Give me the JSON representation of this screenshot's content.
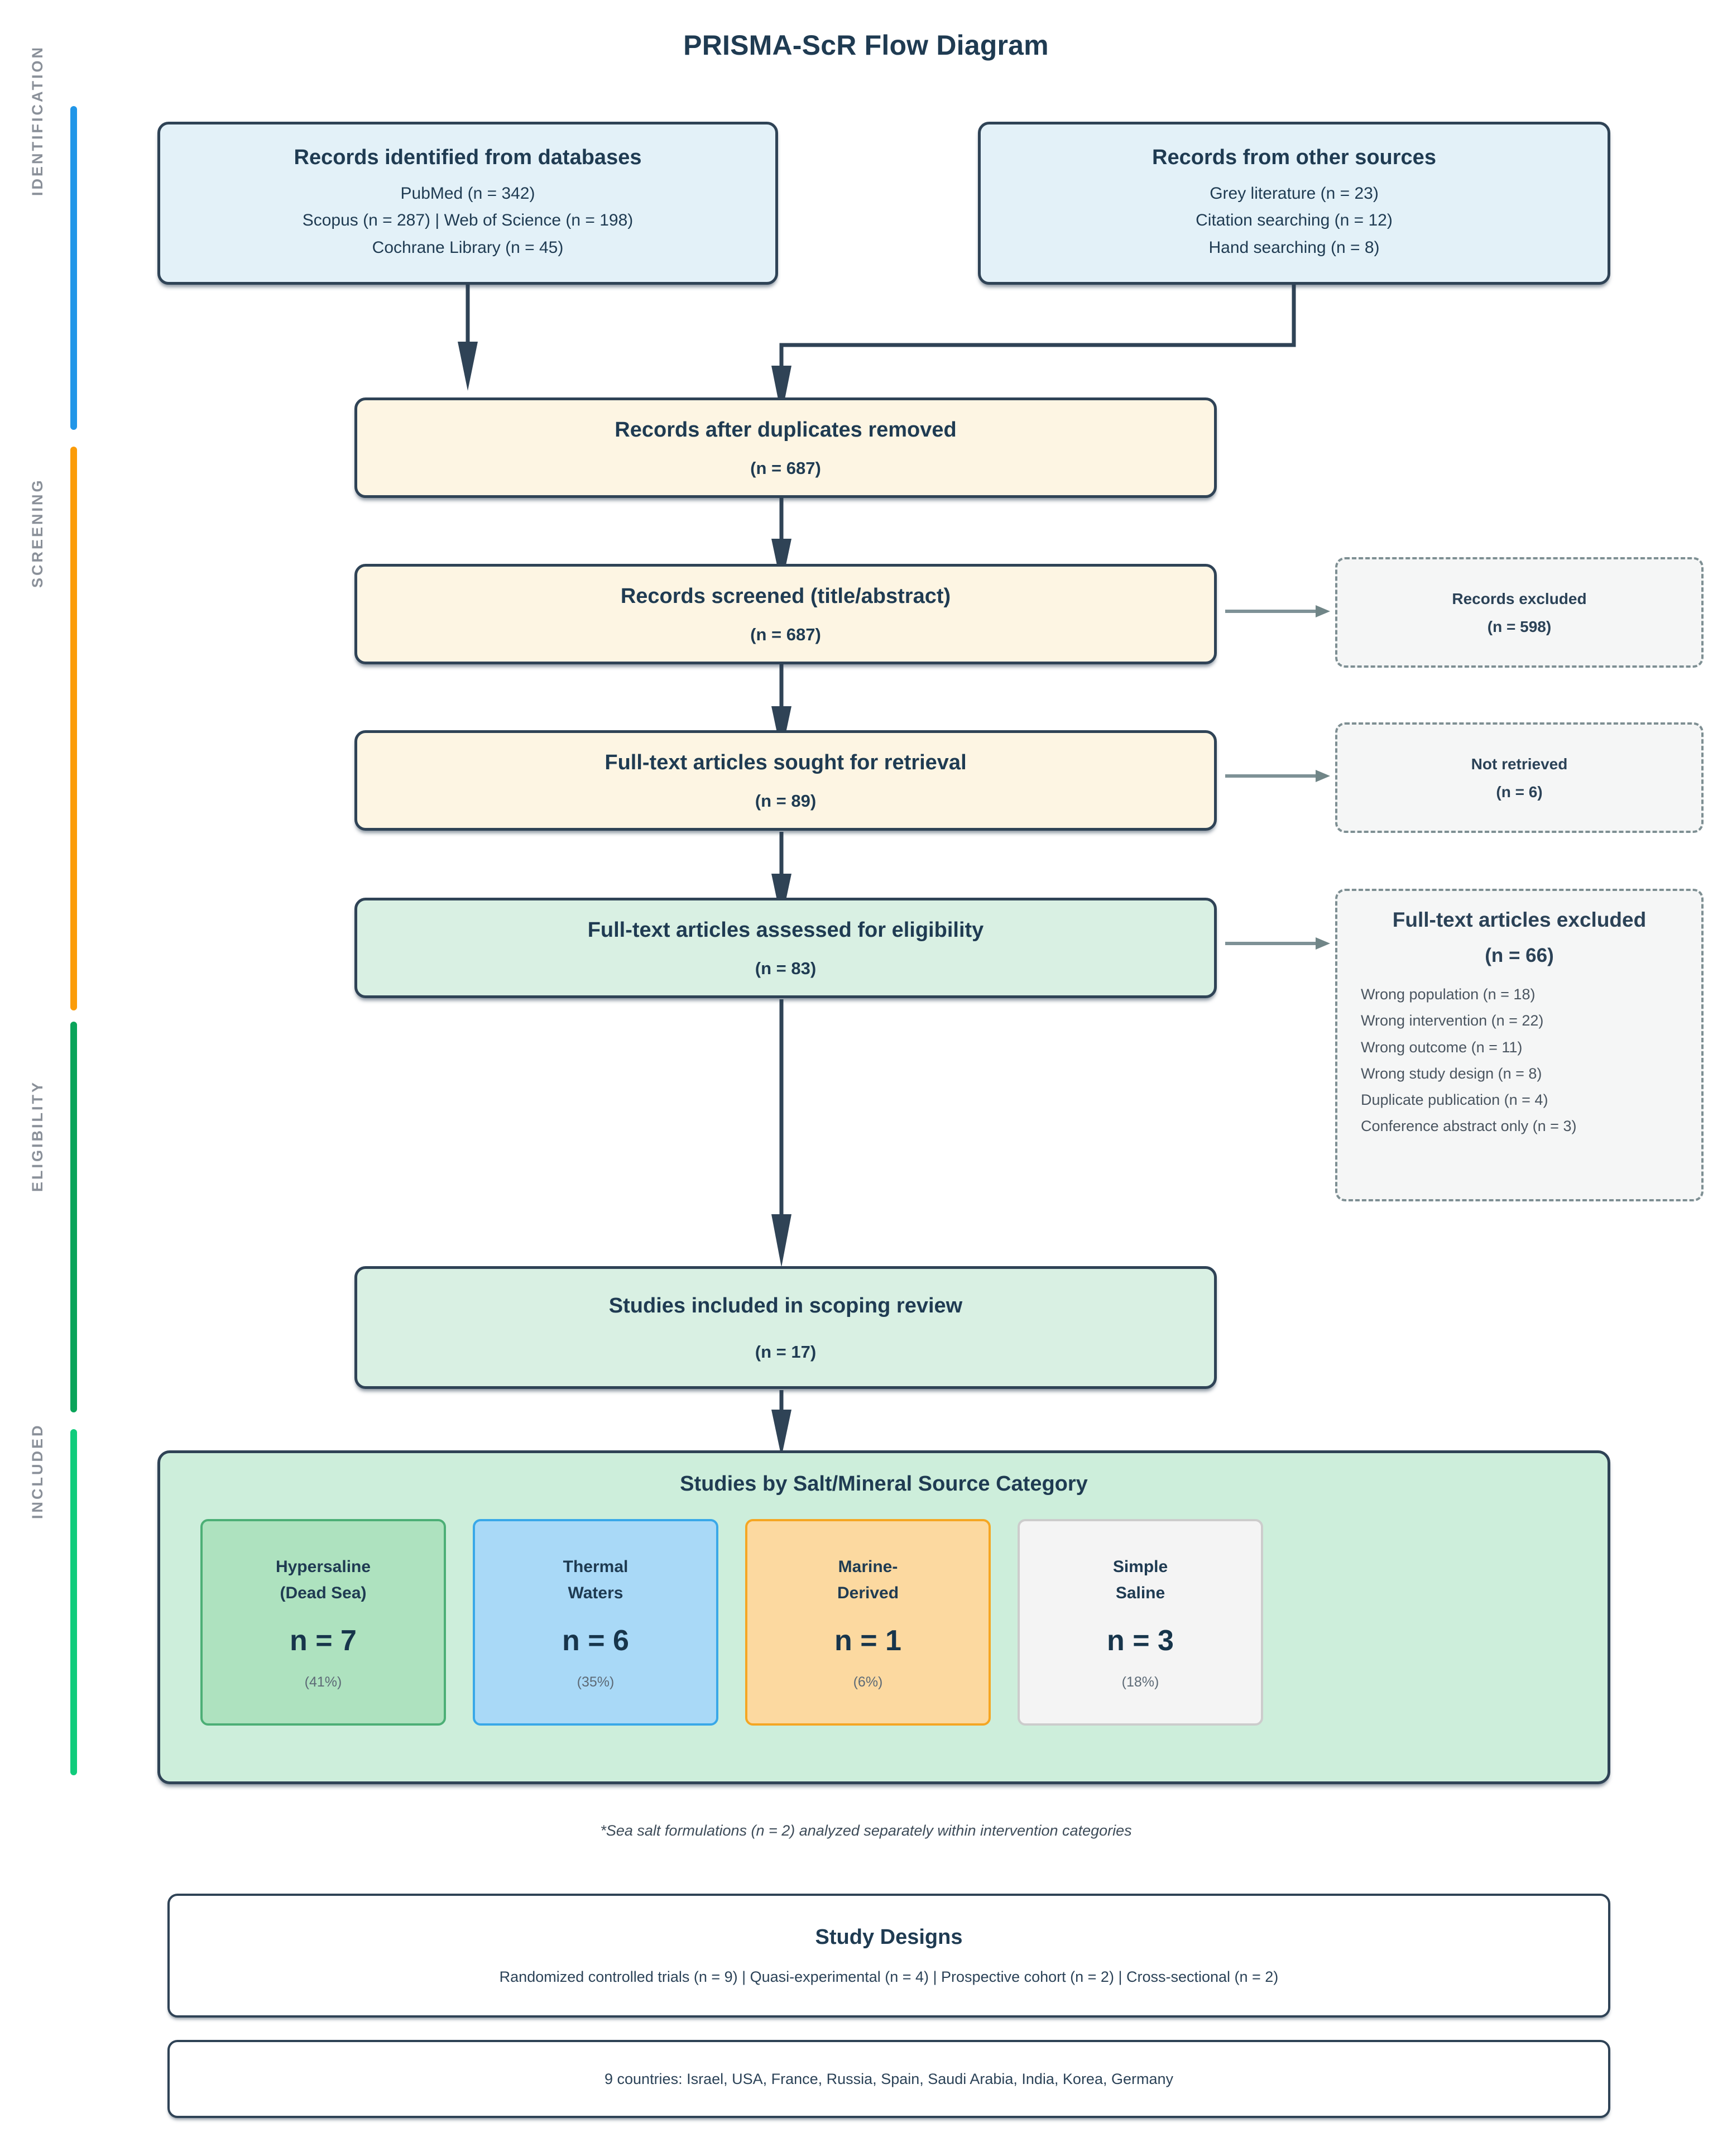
{
  "title": "PRISMA-ScR Flow Diagram",
  "stages": [
    {
      "label": "IDENTIFICATION",
      "color": "#2196e8"
    },
    {
      "label": "SCREENING",
      "color": "#fb9c09"
    },
    {
      "label": "ELIGIBILITY",
      "color": "#0aa45a"
    },
    {
      "label": "INCLUDED",
      "color": "#11cc7c"
    }
  ],
  "boxes": {
    "databases": {
      "heading": "Records identified from databases",
      "lines": [
        "PubMed (n = 342)",
        "Scopus (n = 287) | Web of Science (n = 198)",
        "Cochrane Library (n = 45)"
      ]
    },
    "other_sources": {
      "heading": "Records from other sources",
      "lines": [
        "Grey literature (n = 23)",
        "Citation searching (n = 12)",
        "Hand searching (n = 8)"
      ]
    },
    "duplicates_removed": {
      "heading": "Records after duplicates removed",
      "count": "(n = 687)"
    },
    "screened": {
      "heading": "Records screened (title/abstract)",
      "count": "(n = 687)"
    },
    "sought": {
      "heading": "Full-text articles sought for retrieval",
      "count": "(n = 89)"
    },
    "assessed": {
      "heading": "Full-text articles assessed for eligibility",
      "count": "(n = 83)"
    },
    "included": {
      "heading": "Studies included in scoping review",
      "count": "(n = 17)"
    }
  },
  "excluded": {
    "records_excluded": {
      "heading": "Records excluded",
      "count": "(n = 598)"
    },
    "not_retrieved": {
      "heading": "Not retrieved",
      "count": "(n = 6)"
    },
    "fulltext_excluded": {
      "heading": "Full-text articles excluded",
      "count": "(n = 66)",
      "reasons": [
        "Wrong population (n = 18)",
        "Wrong intervention (n = 22)",
        "Wrong outcome (n = 11)",
        "Wrong study design (n = 8)",
        "Duplicate publication (n = 4)",
        "Conference abstract only (n = 3)"
      ]
    }
  },
  "category_panel": {
    "title": "Studies by Salt/Mineral Source Category",
    "cards": [
      {
        "name": "Hypersaline\n(Dead Sea)",
        "n": "n = 7",
        "pct": "(41%)",
        "fill": "#aee2bf",
        "border": "#4caf76"
      },
      {
        "name": "Thermal\nWaters",
        "n": "n = 6",
        "pct": "(35%)",
        "fill": "#a9d9f7",
        "border": "#39a8e8"
      },
      {
        "name": "Marine-\nDerived",
        "n": "n = 1",
        "pct": "(6%)",
        "fill": "#fcd9a0",
        "border": "#f5a623"
      },
      {
        "name": "Simple\nSaline",
        "n": "n = 3",
        "pct": "(18%)",
        "fill": "#f4f4f4",
        "border": "#cccccc"
      }
    ]
  },
  "footnote": "*Sea salt formulations (n = 2) analyzed separately within intervention categories",
  "study_designs": {
    "heading": "Study Designs",
    "line": "Randomized controlled trials (n = 9) | Quasi-experimental (n = 4) | Prospective cohort (n = 2) | Cross-sectional (n = 2)"
  },
  "countries": {
    "line": "9 countries: Israel, USA, France, Russia, Spain, Saudi Arabia, India, Korea, Germany"
  },
  "colors": {
    "box_border": "#2f4356",
    "fill_identification": "#e3f1f8",
    "fill_screening": "#fdf5e3",
    "fill_eligibility": "#d9f0e3",
    "arrow_main": "#2f4356",
    "arrow_side": "#7e9196"
  }
}
